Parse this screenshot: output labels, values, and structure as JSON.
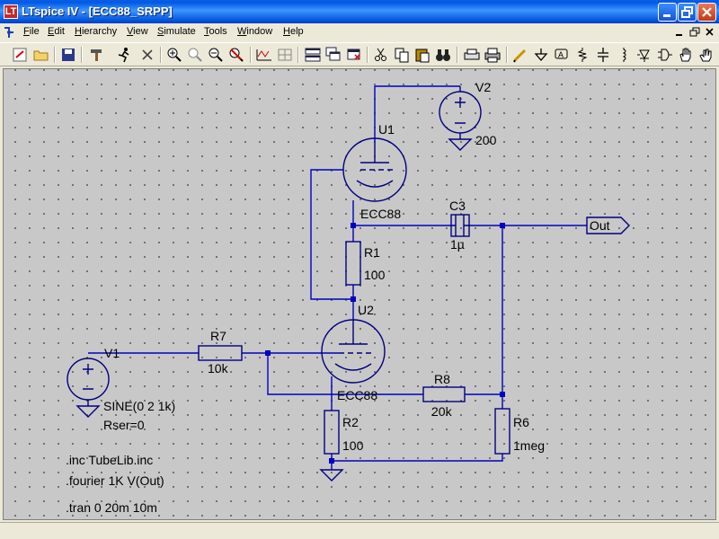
{
  "window": {
    "title": "LTspice IV - [ECC88_SRPP]",
    "logo_text": "LT"
  },
  "menu": {
    "items": [
      "File",
      "Edit",
      "Hierarchy",
      "View",
      "Simulate",
      "Tools",
      "Window",
      "Help"
    ]
  },
  "toolbar": {
    "buttons": [
      "open-schematic",
      "open-file",
      "save",
      "control-panel",
      "run",
      "zoom-in",
      "pan",
      "zoom-out",
      "cancel",
      "plot-waveform",
      "autorange",
      "tile-horizontal",
      "cascade",
      "close-window",
      "cut",
      "copy",
      "paste",
      "find",
      "print-preview",
      "print",
      "draw-wire",
      "ground",
      "label-net",
      "resistor",
      "capacitor",
      "inductor",
      "diode",
      "component",
      "move",
      "drag"
    ]
  },
  "schematic": {
    "components": [
      {
        "ref": "V2",
        "value": "200",
        "type": "voltage-source"
      },
      {
        "ref": "U1",
        "value": "ECC88",
        "type": "triode"
      },
      {
        "ref": "C3",
        "value": "1µ",
        "type": "capacitor"
      },
      {
        "ref": "R1",
        "value": "100",
        "type": "resistor"
      },
      {
        "ref": "U2",
        "value": "ECC88",
        "type": "triode"
      },
      {
        "ref": "R7",
        "value": "10k",
        "type": "resistor"
      },
      {
        "ref": "V1",
        "value": "SINE(0 2 1k)",
        "extra": "Rser=0",
        "type": "voltage-source"
      },
      {
        "ref": "R8",
        "value": "20k",
        "type": "resistor"
      },
      {
        "ref": "R2",
        "value": "100",
        "type": "resistor"
      },
      {
        "ref": "R6",
        "value": "1meg",
        "type": "resistor"
      }
    ],
    "net_label": "Out",
    "directives": [
      ".inc TubeLib.inc",
      ".fourier 1K V(Out)",
      ".tran 0 20m 10m"
    ]
  },
  "status": {
    "text": ""
  },
  "colors": {
    "wire": "#0000c0",
    "component": "#000080",
    "canvas": "#c8c8c8",
    "titlebar": "#0058e6"
  }
}
